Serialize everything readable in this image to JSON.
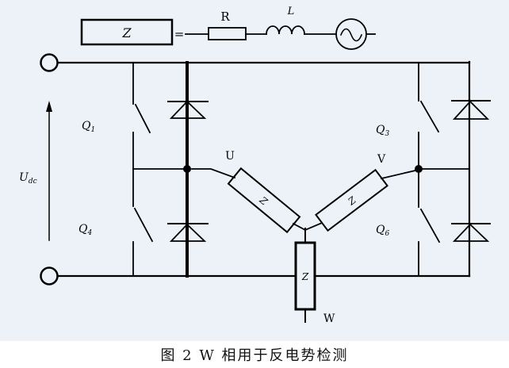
{
  "colors": {
    "background": "#edf2f8",
    "ink": "#000000"
  },
  "definition": {
    "z": "Z",
    "equals": "=",
    "resistor": "R",
    "inductor": "L"
  },
  "source": {
    "label_main": "U",
    "label_sub": "dc"
  },
  "switches": {
    "q1": {
      "main": "Q",
      "sub": "1"
    },
    "q3": {
      "main": "Q",
      "sub": "3"
    },
    "q4": {
      "main": "Q",
      "sub": "4"
    },
    "q6": {
      "main": "Q",
      "sub": "6"
    }
  },
  "phases": {
    "u": "U",
    "v": "V",
    "w": "W"
  },
  "windings": {
    "u": "Z",
    "v": "Z",
    "w": "Z"
  },
  "caption": "图 2  W 相用于反电势检测"
}
